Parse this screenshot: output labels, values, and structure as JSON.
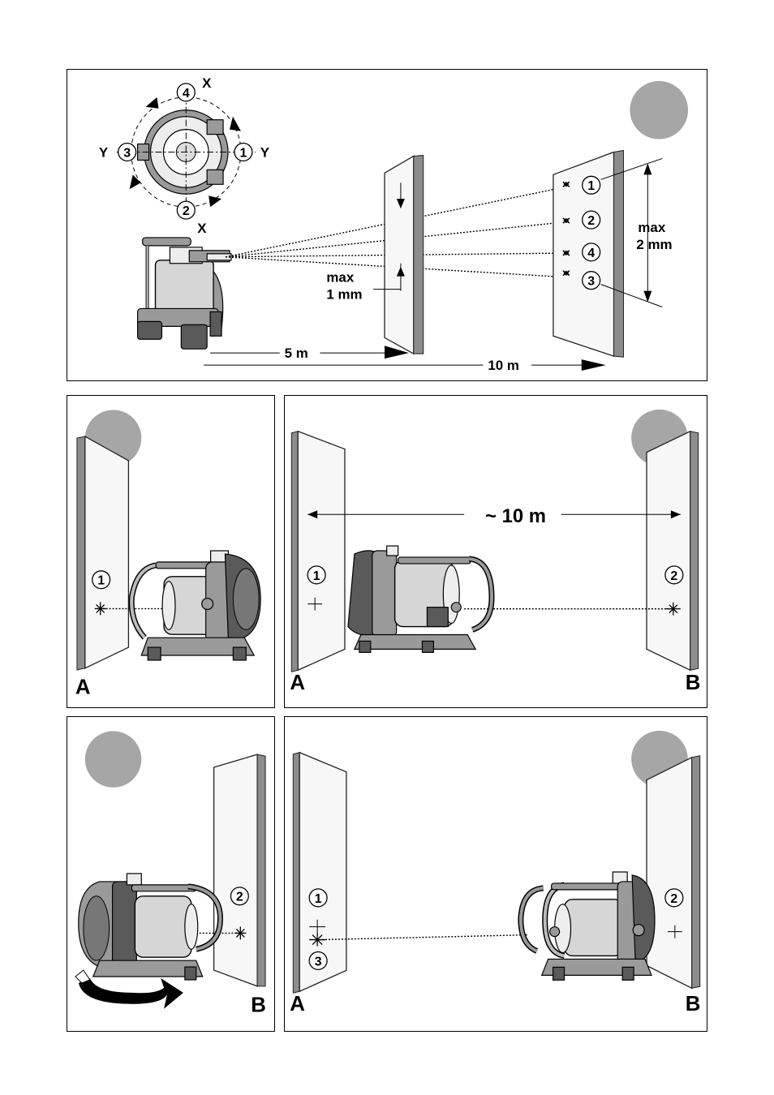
{
  "figure_top": {
    "axis_x_top": "X",
    "axis_x_bottom": "X",
    "axis_y_left": "Y",
    "axis_y_right": "Y",
    "dial_numbers": [
      "4",
      "3",
      "1",
      "2"
    ],
    "wall1_tolerance_line1": "max",
    "wall1_tolerance_line2": "1 mm",
    "wall2_tolerance_line1": "max",
    "wall2_tolerance_line2": "2 mm",
    "wall2_points": [
      "1",
      "2",
      "4",
      "3"
    ],
    "distance_5m": "5 m",
    "distance_10m": "10 m"
  },
  "figure_a": {
    "wall_label": "A",
    "point": "1"
  },
  "figure_ab": {
    "wall_a_label": "A",
    "wall_b_label": "B",
    "distance": "~ 10 m",
    "point_a": "1",
    "point_b": "2"
  },
  "figure_b": {
    "wall_label": "B",
    "point": "2"
  },
  "figure_ab2": {
    "wall_a_label": "A",
    "wall_b_label": "B",
    "point_a1": "1",
    "point_a3": "3",
    "point_b": "2"
  }
}
